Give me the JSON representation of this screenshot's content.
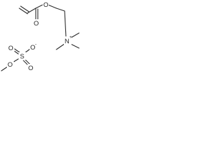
{
  "structure": {
    "atoms": {
      "carbonyl_oxygen": "O",
      "ester_oxygen": "O",
      "ammonium_nitrogen": "N",
      "ammonium_charge": "+",
      "sulfate_sulfur": "S",
      "sulfate_oxygen_top": "O",
      "sulfate_oxygen_bottom": "O",
      "sulfate_oxygen_anion": "O",
      "sulfate_anion_charge": "-",
      "sulfate_oxygen_methoxy": "O"
    }
  }
}
